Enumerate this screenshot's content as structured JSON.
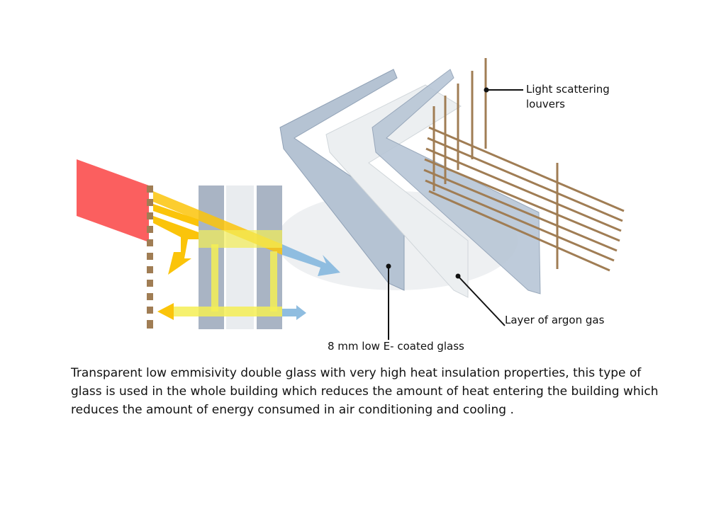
{
  "labels": {
    "louvers_line1": "Light scattering",
    "louvers_line2": "louvers",
    "argon": "Layer of argon gas",
    "glass": "8 mm low E- coated glass"
  },
  "description": "Transparent low emmisivity double glass with very high heat insulation properties, this type of glass is used in the whole building which reduces the amount of heat entering the building which reduces the amount of energy consumed in air conditioning and cooling .",
  "colors": {
    "sun": "#fb5f5f",
    "heat": "#fbc40a",
    "light": "#f4ee55",
    "transmitted": "#8fbde0",
    "glass": "#a9b4c4",
    "wood": "#a07d54"
  }
}
